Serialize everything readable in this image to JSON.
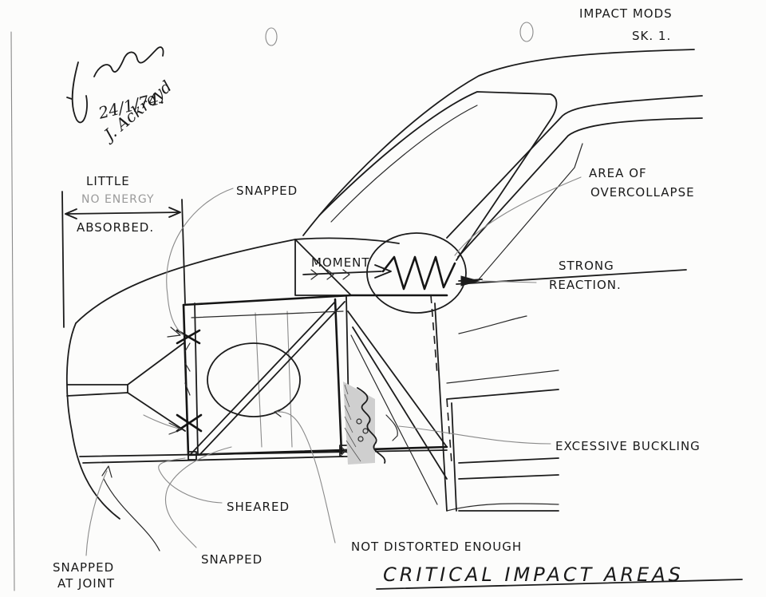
{
  "header": {
    "title_line1": "IMPACT MODS",
    "title_line2": "SK. 1."
  },
  "signature": {
    "name": "J. Ackroyd",
    "date": "24/1/74."
  },
  "annotations": {
    "little_energy_line1": "LITTLE",
    "little_energy_line2": "NO ENERGY",
    "absorbed": "ABSORBED.",
    "snapped_top": "SNAPPED",
    "area_of_overcollapse_line1": "AREA OF",
    "area_of_overcollapse_line2": "OVERCOLLAPSE",
    "moment": "MOMENT",
    "strong_reaction_line1": "STRONG",
    "strong_reaction_line2": "REACTION.",
    "excessive_buckling": "EXCESSIVE BUCKLING",
    "sheared": "SHEARED",
    "not_distorted_enough": "NOT DISTORTED ENOUGH",
    "snapped_bottom": "SNAPPED",
    "snapped_at_joint_line1": "SNAPPED",
    "snapped_at_joint_line2": "AT JOINT"
  },
  "footer": {
    "caption": "CRITICAL IMPACT AREAS"
  },
  "colors": {
    "paper": "#fcfcfb",
    "ink": "#1c1c1c",
    "pencil": "#8a8a8a"
  }
}
